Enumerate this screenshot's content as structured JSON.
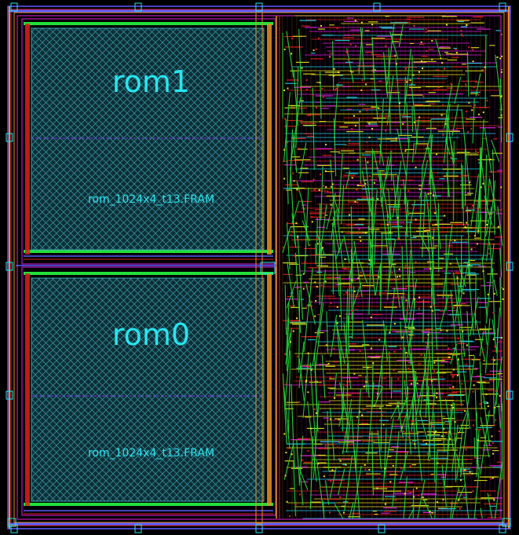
{
  "macros": [
    {
      "instance": "rom1",
      "cell": "rom_1024x4_t13.FRAM"
    },
    {
      "instance": "rom0",
      "cell": "rom_1024x4_t13.FRAM"
    }
  ],
  "colors": {
    "background": "#000000",
    "label": "#27e6f0",
    "metal_green": "#22e03a",
    "metal_yellow": "#e8e020",
    "metal_red": "#e02020",
    "metal_magenta": "#e020e0",
    "metal_blue": "#5a5aff",
    "metal_cyan": "#20d0e8",
    "metal_orange": "#e89020",
    "fill_grid": "#1c4a56"
  }
}
